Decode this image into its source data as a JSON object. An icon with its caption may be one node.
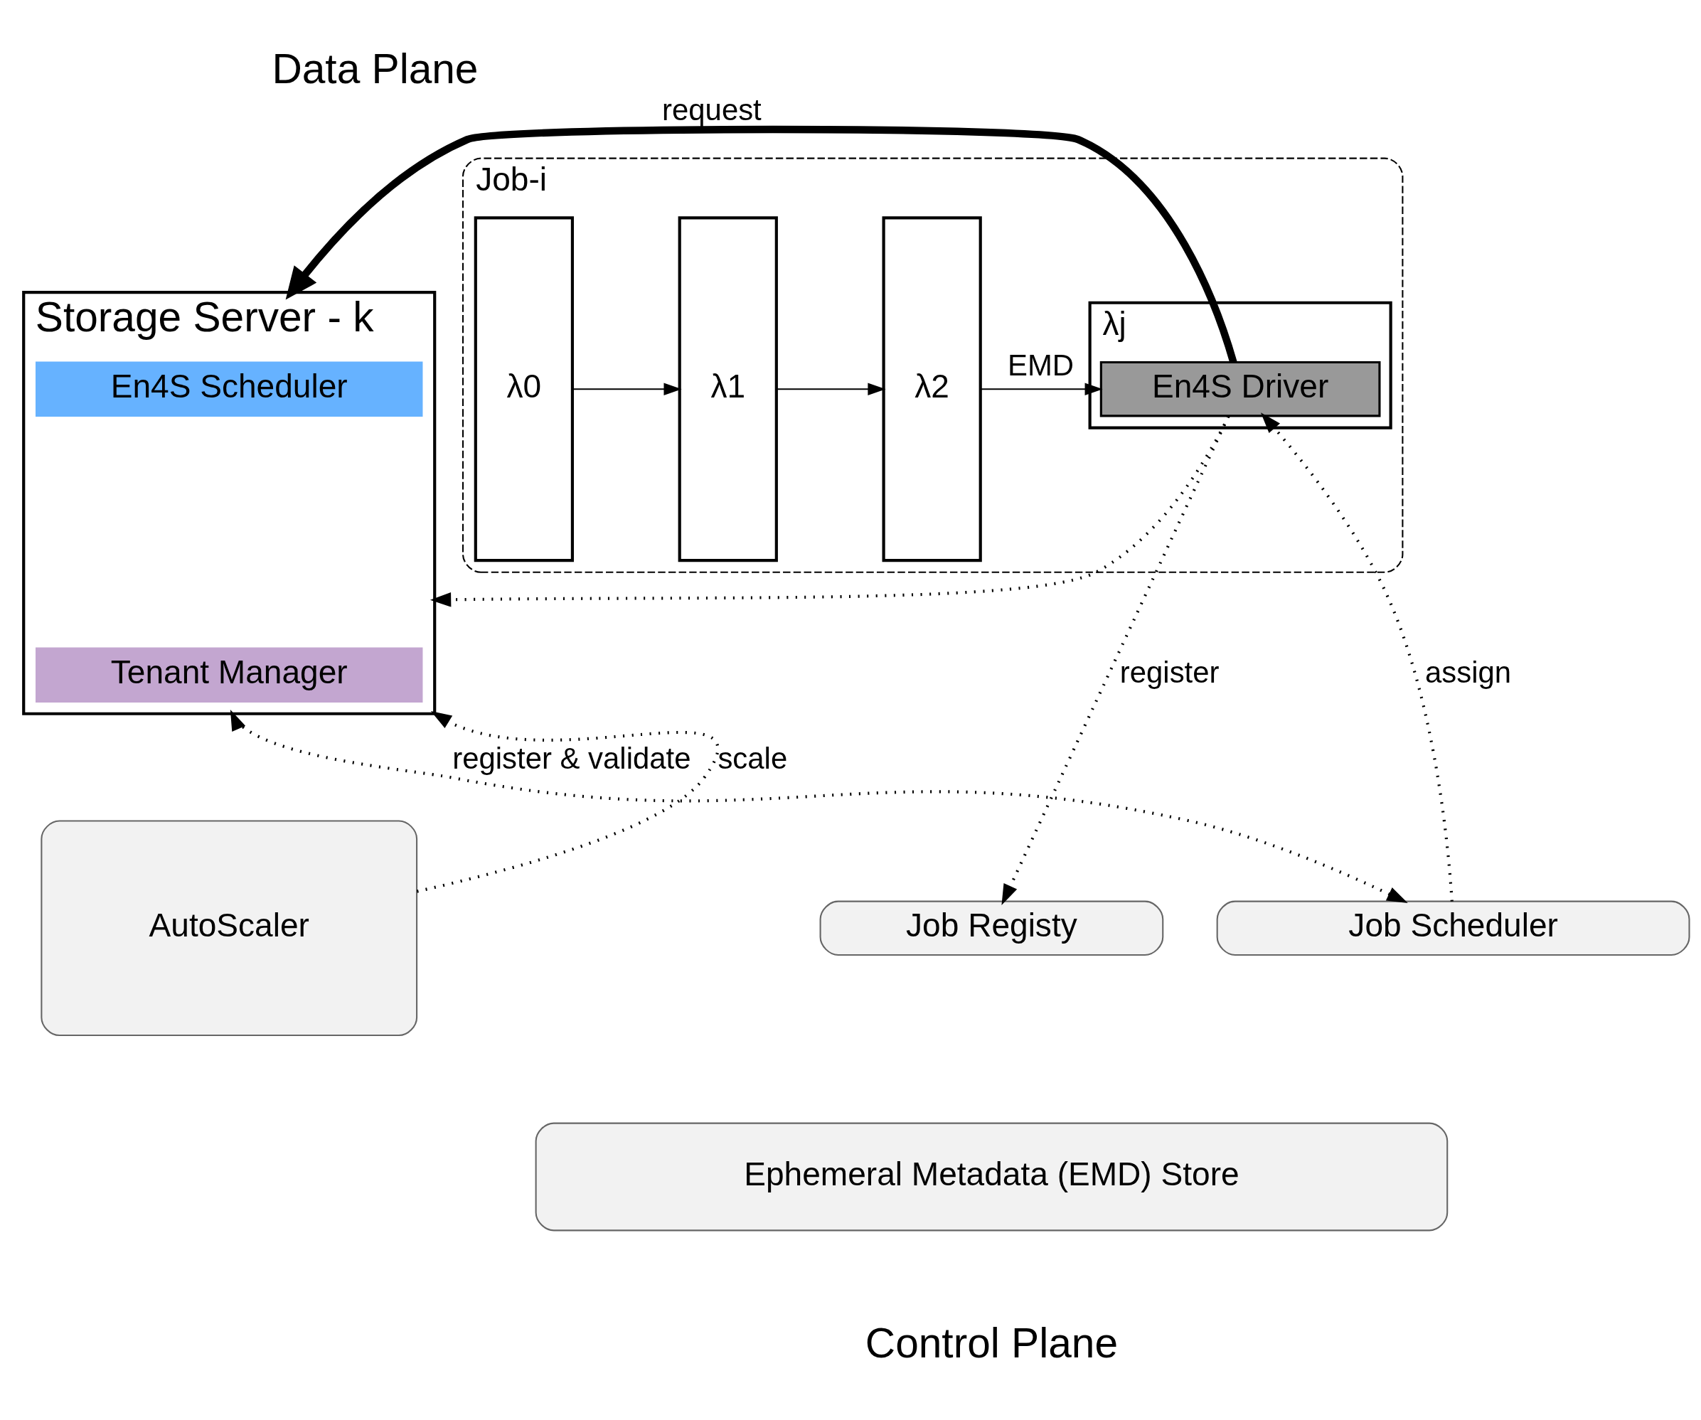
{
  "diagram": {
    "nodes": [
      {
        "text": [
          "Job-i"
        ]
      },
      {
        "text": [
          "λ0"
        ],
        "in": 0
      },
      {
        "text": [
          "λ1"
        ],
        "in": 0
      },
      {
        "text": [
          "λ2"
        ],
        "in": 0
      },
      {
        "text": [
          "λj"
        ],
        "in": 0
      },
      {
        "text": [
          "En4S Driver"
        ],
        "in": 4
      },
      {
        "text": [
          "Storage Server - k"
        ]
      },
      {
        "text": [
          "En4S Scheduler"
        ],
        "in": 6
      },
      {
        "text": [
          "Tenant Manager"
        ],
        "in": 6
      },
      {
        "text": [
          "Job Registy"
        ]
      },
      {
        "text": [
          "Job Scheduler"
        ]
      },
      {
        "text": [
          "Ephemeral Metadata (EMD) Store"
        ]
      },
      {
        "text": [
          "AutoScaler"
        ]
      }
    ],
    "edges": [
      {
        "from": 1,
        "to": 2,
        "arrow": "to"
      },
      {
        "from": 2,
        "to": 3,
        "arrow": "to"
      },
      {
        "from": 3,
        "to": 5,
        "arrow": "to",
        "label": "EMD"
      },
      {
        "from": 5,
        "to": 6,
        "arrow": "to",
        "label": "request",
        "style": "thick"
      },
      {
        "from": 5,
        "to": 9,
        "arrow": "to",
        "label": "register",
        "style": "dashed"
      },
      {
        "from": 10,
        "to": 5,
        "arrow": "to",
        "label": "assign",
        "style": "dashed"
      },
      {
        "from": 5,
        "to": 6,
        "arrow": "to",
        "style": "dashed"
      },
      {
        "from": 10,
        "to": 6,
        "arrow": "both",
        "label": "register & validate",
        "style": "dashed"
      },
      {
        "from": 12,
        "to": 6,
        "arrow": "to",
        "label": "scale",
        "style": "dashed"
      }
    ],
    "labels": [
      "Data Plane",
      "Control Plane"
    ]
  }
}
